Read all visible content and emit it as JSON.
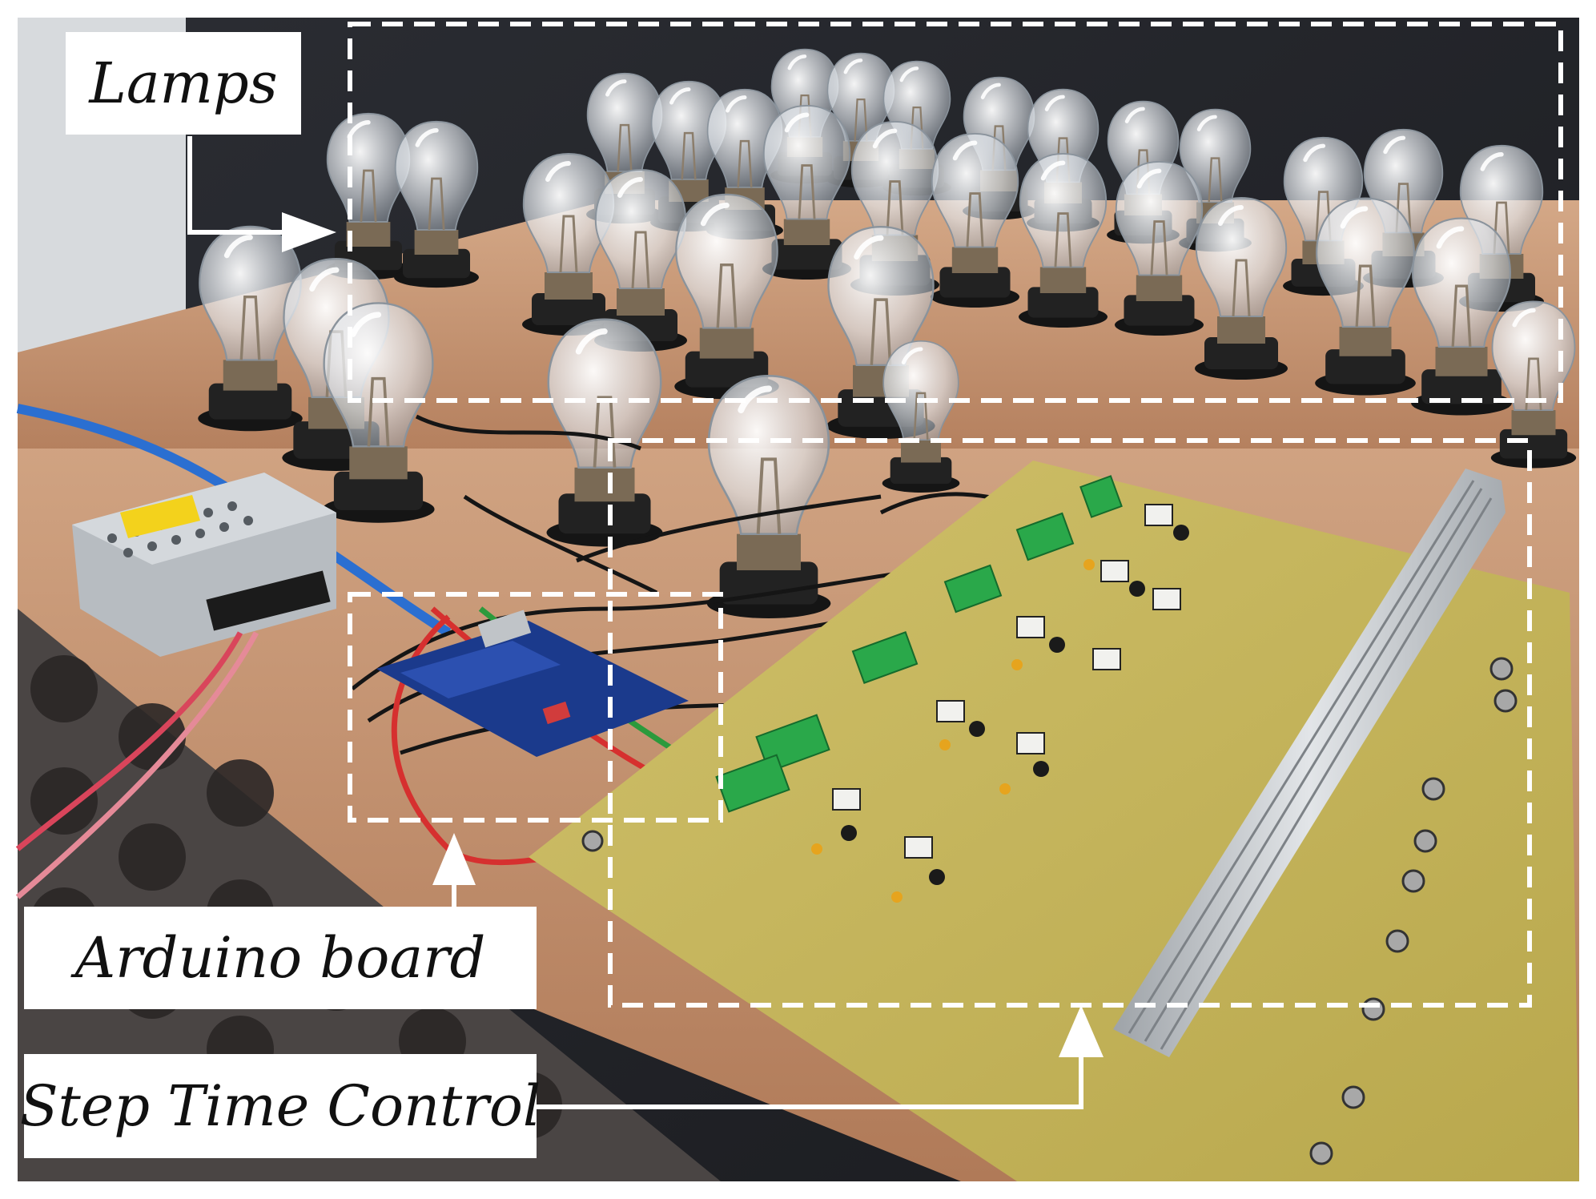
{
  "labels": {
    "lamps": "Lamps",
    "arduino": "Arduino board",
    "step_time_control": "Step Time Control"
  },
  "colors": {
    "frame_bg": "#ffffff",
    "dashed_box": "#ffffff",
    "bench_wood": "#c08a67",
    "pcb_yellow": "#c9b95a",
    "bulb_socket": "#1f1f1f",
    "heatsink": "#bfc3c7",
    "terminal_green": "#2aa84a",
    "arduino_blue": "#1b3a8c"
  }
}
